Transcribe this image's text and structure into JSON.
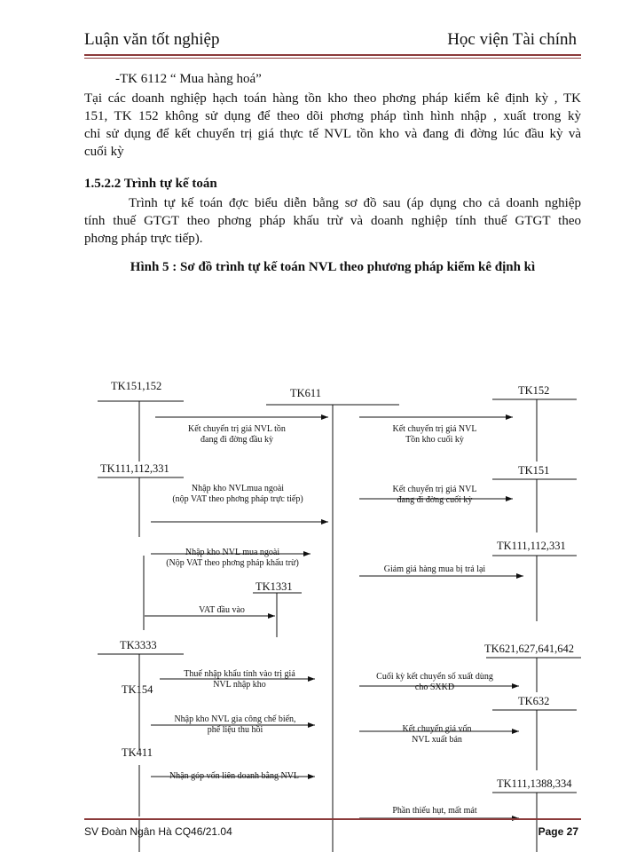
{
  "header": {
    "left": "Luận văn tốt nghiệp",
    "right": "Học viện Tài chính"
  },
  "body": {
    "line1": "-TK 6112 “ Mua hàng hoá”",
    "para1_lines": [
      "Tại các doanh nghiệp hạch toán hàng tồn kho theo phơng   pháp kiểm kê định kỳ , TK",
      "151, TK 152 không sử dụng để theo dõi phơng   pháp tình hình nhập , xuất trong kỳ",
      "chỉ sử dụng để kết chuyển trị giá thực tế NVL tồn kho và đang đi đờng   lúc đầu kỳ và",
      "cuối kỳ"
    ],
    "heading": "1.5.2.2 Trình tự kế toán",
    "para2_lines": [
      "Trình tự kế toán đợc   biểu diễn bằng sơ đồ sau (áp dụng cho cả doanh nghiệp",
      "tính thuế GTGT theo phơng   pháp khấu trừ và doanh nghiệp tính thuế GTGT theo",
      "phơng   pháp trực tiếp)."
    ],
    "figure_title": "Hình 5 : Sơ đồ trình tự kế toán NVL theo phương pháp kiểm kê định kì"
  },
  "diagram": {
    "accounts": {
      "tk151_152": "TK151,152",
      "tk611": "TK611",
      "tk152": "TK152",
      "tk111_left": "TK111,112,331",
      "tk151": "TK151",
      "tk111_right": "TK111,112,331",
      "tk1331": "TK1331",
      "tk3333": "TK3333",
      "tk621": "TK621,627,641,642",
      "tk154": "TK154",
      "tk632": "TK632",
      "tk411": "TK411",
      "tk111_1388": "TK111,1388,334"
    },
    "notes": {
      "n1": [
        "Kết chuyển trị giá NVL tồn",
        "đang đi đờng   đầu kỳ"
      ],
      "n2": [
        "Kết chuyển trị giá NVL",
        "Tồn kho cuối kỳ"
      ],
      "n3": [
        "Nhập kho NVLmua ngoài",
        "(nộp VAT theo phơng   pháp trực tiếp)"
      ],
      "n4": [
        "Kết chuyển trị giá NVL",
        "đang đi đờng   cuối kỳ"
      ],
      "n5": [
        "Nhập kho NVL mua ngoài",
        "(Nộp VAT theo phơng   pháp khấu trừ)"
      ],
      "n6": [
        "Giảm giá hàng mua bị trả lại"
      ],
      "n7": [
        "VAT đầu vào"
      ],
      "n8": [
        "Thuế nhập khẩu tính vào trị giá",
        "NVL nhập kho"
      ],
      "n9": [
        "Cuối kỳ kết chuyển số xuất dùng",
        "cho SXKD"
      ],
      "n10": [
        "Nhập kho NVL gia công chế biến,",
        "phế liệu thu hồi"
      ],
      "n11": [
        "Kết chuyển giá vốn",
        "NVL xuất bán"
      ],
      "n12": [
        "Nhận góp vốn liên doanh bằng NVL"
      ],
      "n13": [
        "Phần thiếu hụt, mất mát"
      ]
    }
  },
  "footer": {
    "left": "SV Đoàn Ngân Hà CQ46/21.04",
    "right": "Page 27"
  }
}
